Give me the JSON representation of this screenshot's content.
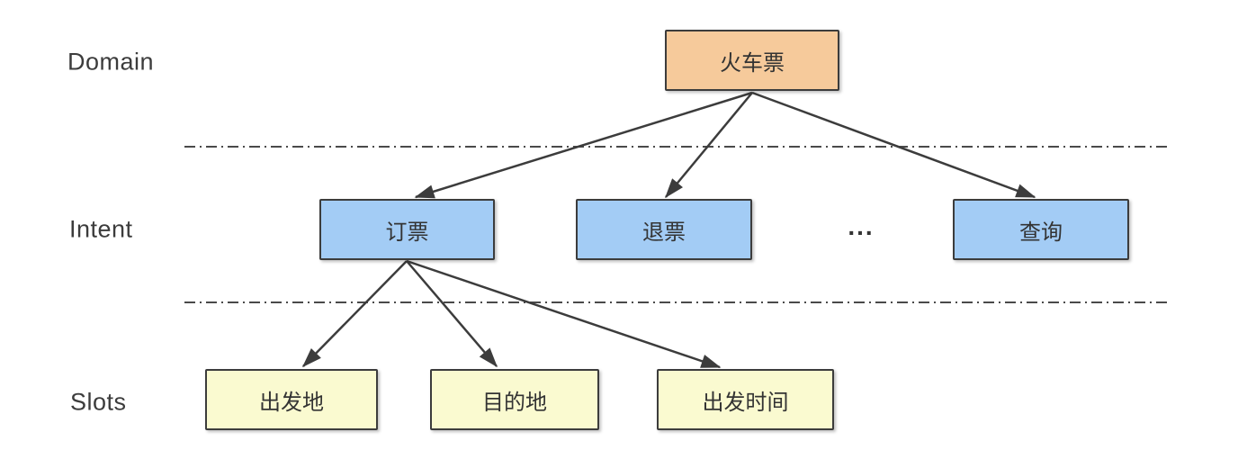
{
  "diagram": {
    "rows": {
      "domain_label": "Domain",
      "intent_label": "Intent",
      "slots_label": "Slots"
    },
    "nodes": {
      "domain": {
        "label": "火车票",
        "fill": "#F6CA9B"
      },
      "intent_book": {
        "label": "订票",
        "fill": "#A3CCF5"
      },
      "intent_refund": {
        "label": "退票",
        "fill": "#A3CCF5"
      },
      "intent_ellipsis": {
        "label": "..."
      },
      "intent_query": {
        "label": "查询",
        "fill": "#A3CCF5"
      },
      "slot_departure_place": {
        "label": "出发地",
        "fill": "#FAFAD0"
      },
      "slot_destination": {
        "label": "目的地",
        "fill": "#FAFAD0"
      },
      "slot_departure_time": {
        "label": "出发时间",
        "fill": "#FAFAD0"
      }
    },
    "edges": [
      {
        "from": "domain",
        "to": "intent_book"
      },
      {
        "from": "domain",
        "to": "intent_refund"
      },
      {
        "from": "domain",
        "to": "intent_query"
      },
      {
        "from": "intent_book",
        "to": "slot_departure_place"
      },
      {
        "from": "intent_book",
        "to": "slot_destination"
      },
      {
        "from": "intent_book",
        "to": "slot_departure_time"
      }
    ],
    "colors": {
      "domain_fill": "#F6CA9B",
      "intent_fill": "#A3CCF5",
      "slot_fill": "#FAFAD0",
      "node_border": "#3C3C3C",
      "arrow": "#3C3C3C",
      "divider_line": "#4A4A4A",
      "text": "#333333"
    }
  }
}
